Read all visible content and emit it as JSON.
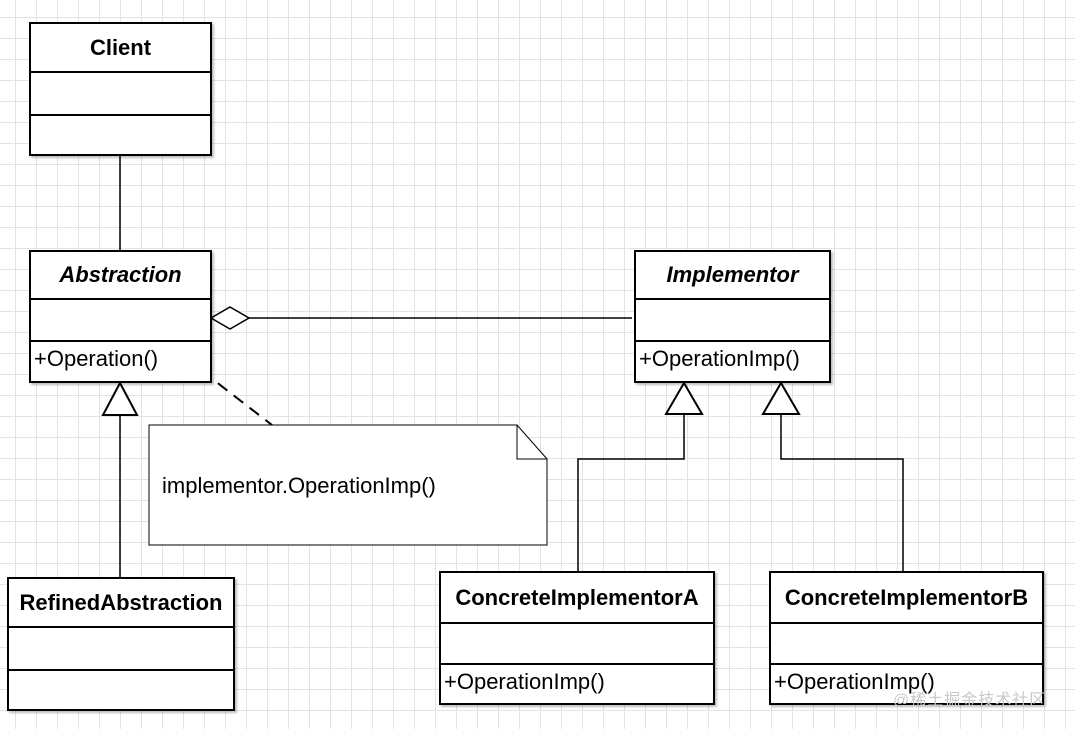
{
  "classes": {
    "client": {
      "name": "Client"
    },
    "abstraction": {
      "name": "Abstraction"
    },
    "abstraction_op": "+Operation()",
    "implementor": {
      "name": "Implementor"
    },
    "implementor_op": "+OperationImp()",
    "refined": {
      "name": "RefinedAbstraction"
    },
    "concrete_a": {
      "name": "ConcreteImplementorA",
      "op": "+OperationImp()"
    },
    "concrete_b": {
      "name": "ConcreteImplementorB",
      "op": "+OperationImp()"
    }
  },
  "note": {
    "text": "implementor.OperationImp()"
  },
  "watermark": "@稀土掘金技术社区"
}
